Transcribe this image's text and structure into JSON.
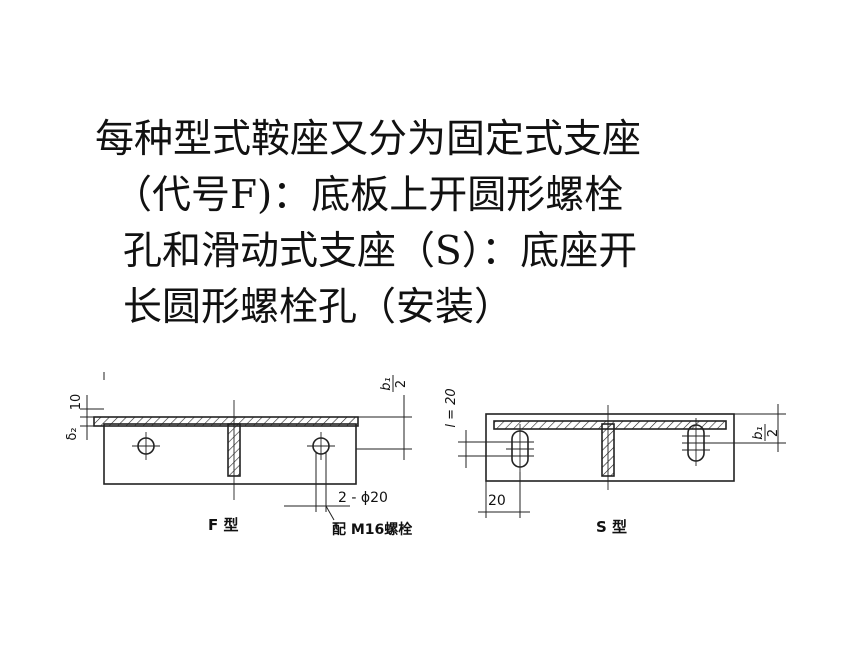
{
  "heading": {
    "lines": [
      "每种型式鞍座又分为固定式支座",
      "（代号F)：底板上开圆形螺栓",
      "孔和滑动式支座（S）：底座开",
      "长圆形螺栓孔（安装）"
    ]
  },
  "figure_f": {
    "caption": "F 型",
    "dim_thickness": "10",
    "dim_delta": "δ₂",
    "dim_half_num": "b₁",
    "dim_half_den": "2",
    "dim_holes": "2 - ϕ20",
    "bolt_note": "配 M16螺栓"
  },
  "figure_s": {
    "caption": "S 型",
    "dim_slot_length": "l = 20",
    "dim_half_num": "b₁",
    "dim_half_den": "2",
    "dim_width": "20"
  }
}
